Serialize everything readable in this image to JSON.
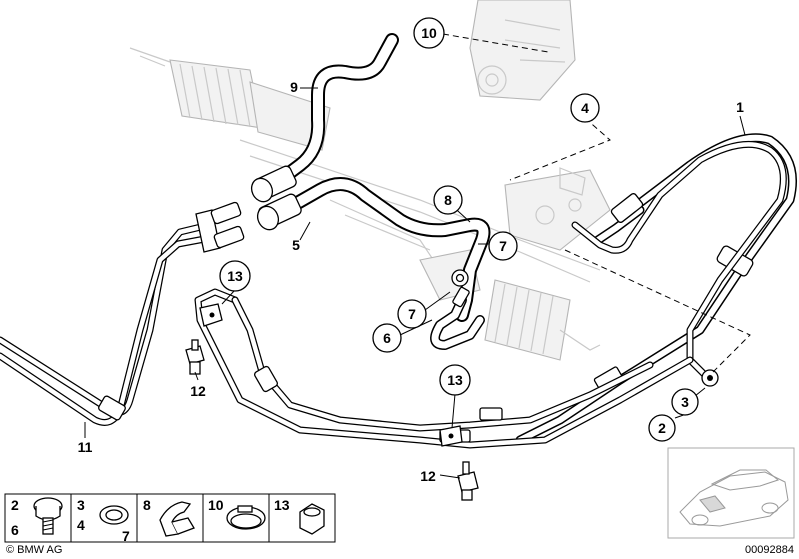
{
  "callouts": [
    {
      "label": "1",
      "circled": false
    },
    {
      "label": "2",
      "circled": true
    },
    {
      "label": "3",
      "circled": true
    },
    {
      "label": "4",
      "circled": true
    },
    {
      "label": "5",
      "circled": false
    },
    {
      "label": "6",
      "circled": true
    },
    {
      "label": "7",
      "circled": true
    },
    {
      "label": "7",
      "circled": true
    },
    {
      "label": "8",
      "circled": true
    },
    {
      "label": "9",
      "circled": false
    },
    {
      "label": "10",
      "circled": true
    },
    {
      "label": "11",
      "circled": false
    },
    {
      "label": "12",
      "circled": false
    },
    {
      "label": "12",
      "circled": false
    },
    {
      "label": "13",
      "circled": true
    },
    {
      "label": "13",
      "circled": true
    }
  ],
  "legend": [
    {
      "labels": [
        "2",
        "6"
      ]
    },
    {
      "labels": [
        "3",
        "4",
        "7"
      ]
    },
    {
      "labels": [
        "8"
      ]
    },
    {
      "labels": [
        "10"
      ]
    },
    {
      "labels": [
        "13"
      ]
    }
  ],
  "copyright": "© BMW AG",
  "diagram_number": "00092884",
  "colors": {
    "line": "#000000",
    "ghost": "#c9c9c9",
    "background": "#ffffff"
  }
}
